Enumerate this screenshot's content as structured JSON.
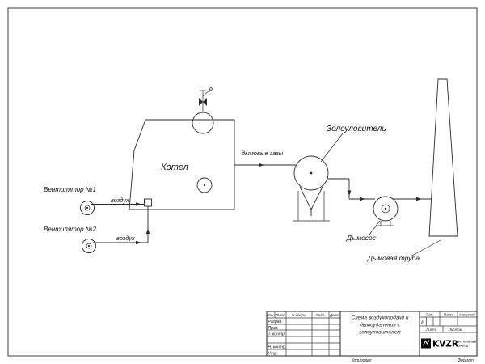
{
  "drawing": {
    "fan1_label": "Вентилятор №1",
    "fan2_label": "Вентилятор №2",
    "air_label_1": "воздух",
    "air_label_2": "воздух",
    "boiler_label": "Котел",
    "flue_gas_label": "дымовые газы",
    "ash_catcher_label": "Золоуловитель",
    "smoke_exhauster_label": "Дымосос",
    "chimney_label": "Дымовая труба"
  },
  "title_block": {
    "col_izm": "Изм.",
    "col_list": "Лист",
    "col_ndoc": "N докум.",
    "col_podp": "Подп.",
    "col_data": "Дата",
    "row_razrab": "Разраб.",
    "row_prov": "Пров.",
    "row_tkontr": "Т. контр.",
    "row_nkontr": "Н. контр.",
    "row_utv": "Утв.",
    "doc_title_line1": "Схема воздухоподачи и",
    "doc_title_line2": "дымоудаления с",
    "doc_title_line3": "золоуловителем",
    "lit_label": "Лит.",
    "lit_value": "И",
    "mass_label": "Масса",
    "scale_label": "Масштаб",
    "sheet_label": "Лист",
    "sheets_label": "Листов",
    "logo_text": "KVZR",
    "logo_sub1": "КОТЕЛЬНЫЙ",
    "logo_sub2": "ЗАВОД",
    "copied_label": "Копировал",
    "format_label": "Формат"
  }
}
